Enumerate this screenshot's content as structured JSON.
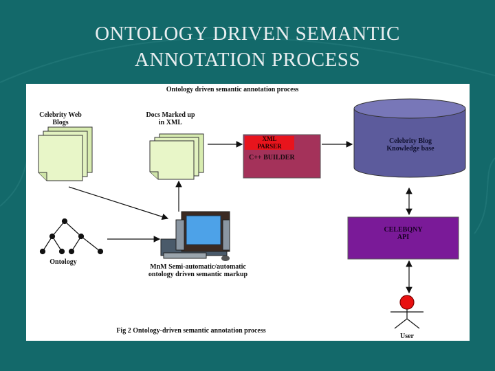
{
  "slide": {
    "title_line1": "ONTOLOGY DRIVEN SEMANTIC",
    "title_line2": "ANNOTATION PROCESS"
  },
  "diagram": {
    "header": "Ontology driven semantic annotation process",
    "blogs_line1": "Celebrity Web",
    "blogs_line2": "Blogs",
    "docs_line1": "Docs Marked up",
    "docs_line2": "in XML",
    "parser_line1": "XML",
    "parser_line2": "PARSER",
    "builder": "C++ BUILDER",
    "kb_line1": "Celebrity Blog",
    "kb_line2": "Knowledge base",
    "api_line1": "CELEBQNY",
    "api_line2": "API",
    "ontology": "Ontology",
    "markup_line1": "MnM Semi-automatic/automatic",
    "markup_line2": "ontology driven semantic markup",
    "user": "User",
    "caption": "Fig 2 Ontology-driven semantic annotation process"
  },
  "colors": {
    "background": "#13696a",
    "builder_box": "#a4325a",
    "parser_box": "#e8141c",
    "knowledge_base": "#5c5b9c",
    "api_box": "#7a1a98",
    "document": "#e8f6c8",
    "user_head": "#e81010"
  }
}
